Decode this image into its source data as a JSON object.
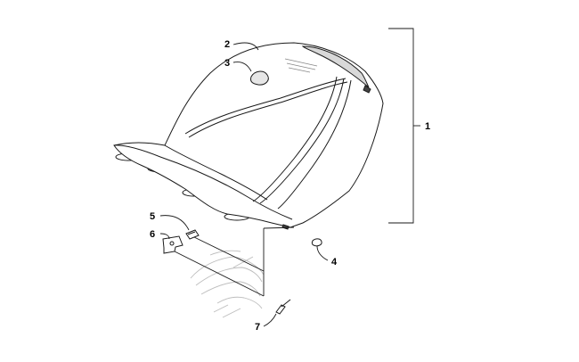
{
  "diagram": {
    "callouts": [
      {
        "id": "1",
        "label": "1"
      },
      {
        "id": "2",
        "label": "2"
      },
      {
        "id": "3",
        "label": "3"
      },
      {
        "id": "4",
        "label": "4"
      },
      {
        "id": "5",
        "label": "5"
      },
      {
        "id": "6",
        "label": "6"
      },
      {
        "id": "7",
        "label": "7"
      }
    ],
    "parts": [
      "seat-assembly",
      "seat-cover",
      "emblem",
      "grommet",
      "latch-cap",
      "latch-bracket",
      "cable-tie"
    ],
    "line_color": "#1a1a1a",
    "faint_color": "#bdbdbd"
  }
}
